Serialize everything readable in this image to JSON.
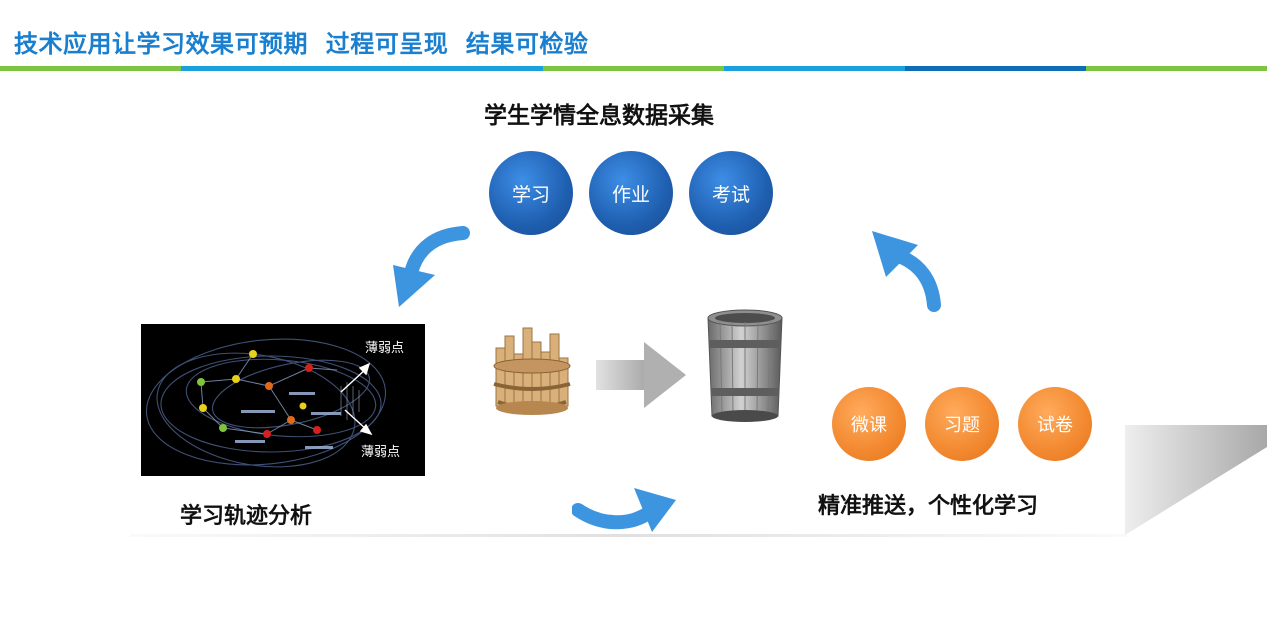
{
  "header": {
    "title": "技术应用让学习效果可预期  过程可呈现  结果可检验",
    "rule_colors": [
      "#7dc443",
      "#1aa0dc",
      "#1aa0dc",
      "#7dc443",
      "#1aa0dc",
      "#0f6db8",
      "#7dc443"
    ]
  },
  "collect": {
    "heading": "学生学情全息数据采集",
    "bubbles": [
      "学习",
      "作业",
      "考试"
    ]
  },
  "track": {
    "heading": "学习轨迹分析",
    "weak_point_top": "薄弱点",
    "weak_point_bottom": "薄弱点"
  },
  "push": {
    "heading": "精准推送，个性化学习",
    "bubbles": [
      "微课",
      "习题",
      "试卷"
    ]
  },
  "colors": {
    "title": "#1a7fcf",
    "arrow": "#3d95e0",
    "bubble_blue": "#1f5fb0",
    "bubble_orange": "#f2882f"
  }
}
